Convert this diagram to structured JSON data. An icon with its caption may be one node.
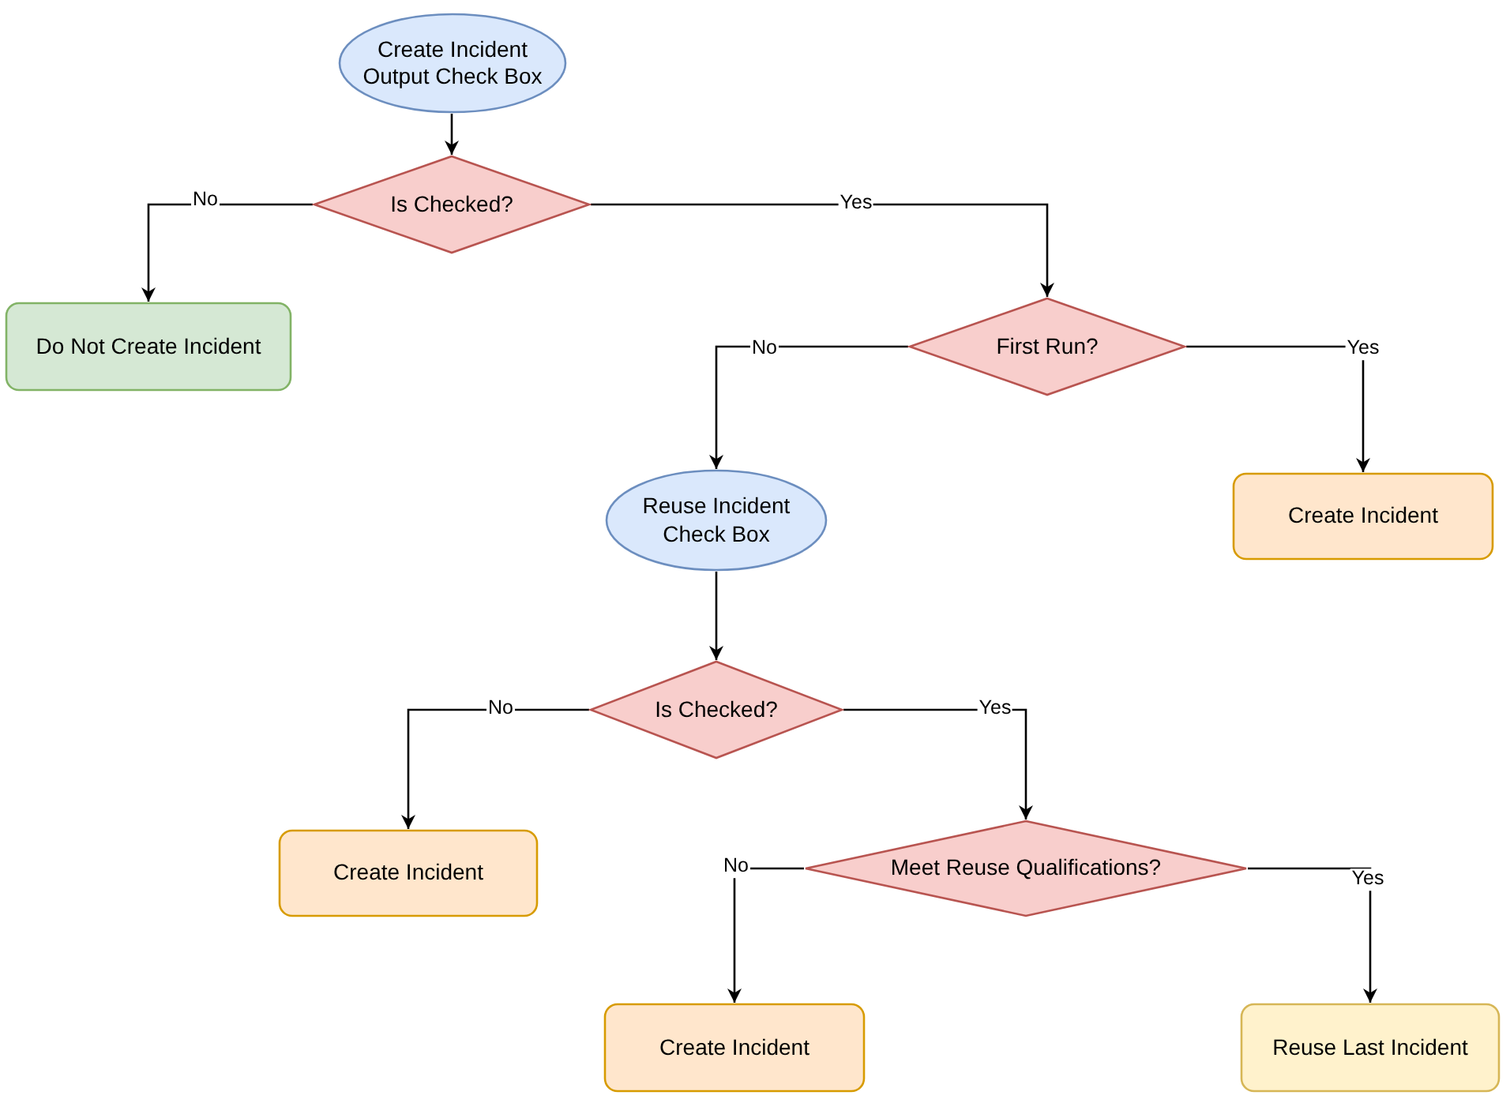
{
  "diagram": {
    "nodes": [
      {
        "text": [
          "Create Incident Output Check Box"
        ]
      },
      {
        "text": [
          "Is Checked?"
        ]
      },
      {
        "text": [
          "Do Not Create Incident"
        ]
      },
      {
        "text": [
          "First Run?"
        ]
      },
      {
        "text": [
          "Reuse Incident Check Box"
        ]
      },
      {
        "text": [
          "Create Incident"
        ]
      },
      {
        "text": [
          "Is Checked?"
        ]
      },
      {
        "text": [
          "Create Incident"
        ]
      },
      {
        "text": [
          "Meet Reuse Qualifications?"
        ]
      },
      {
        "text": [
          "Create Incident"
        ]
      },
      {
        "text": [
          "Reuse Last Incident"
        ]
      }
    ],
    "edges": [
      {
        "from": 0,
        "to": 1,
        "arrow": "to"
      },
      {
        "from": 1,
        "to": 2,
        "arrow": "to",
        "label": "No"
      },
      {
        "from": 1,
        "to": 3,
        "arrow": "to",
        "label": "Yes"
      },
      {
        "from": 3,
        "to": 4,
        "arrow": "to",
        "label": "No"
      },
      {
        "from": 3,
        "to": 5,
        "arrow": "to",
        "label": "Yes"
      },
      {
        "from": 4,
        "to": 6,
        "arrow": "to"
      },
      {
        "from": 6,
        "to": 7,
        "arrow": "to",
        "label": "No"
      },
      {
        "from": 6,
        "to": 8,
        "arrow": "to",
        "label": "Yes"
      },
      {
        "from": 8,
        "to": 9,
        "arrow": "to",
        "label": "No"
      },
      {
        "from": 8,
        "to": 10,
        "arrow": "to",
        "label": "Yes"
      }
    ]
  }
}
